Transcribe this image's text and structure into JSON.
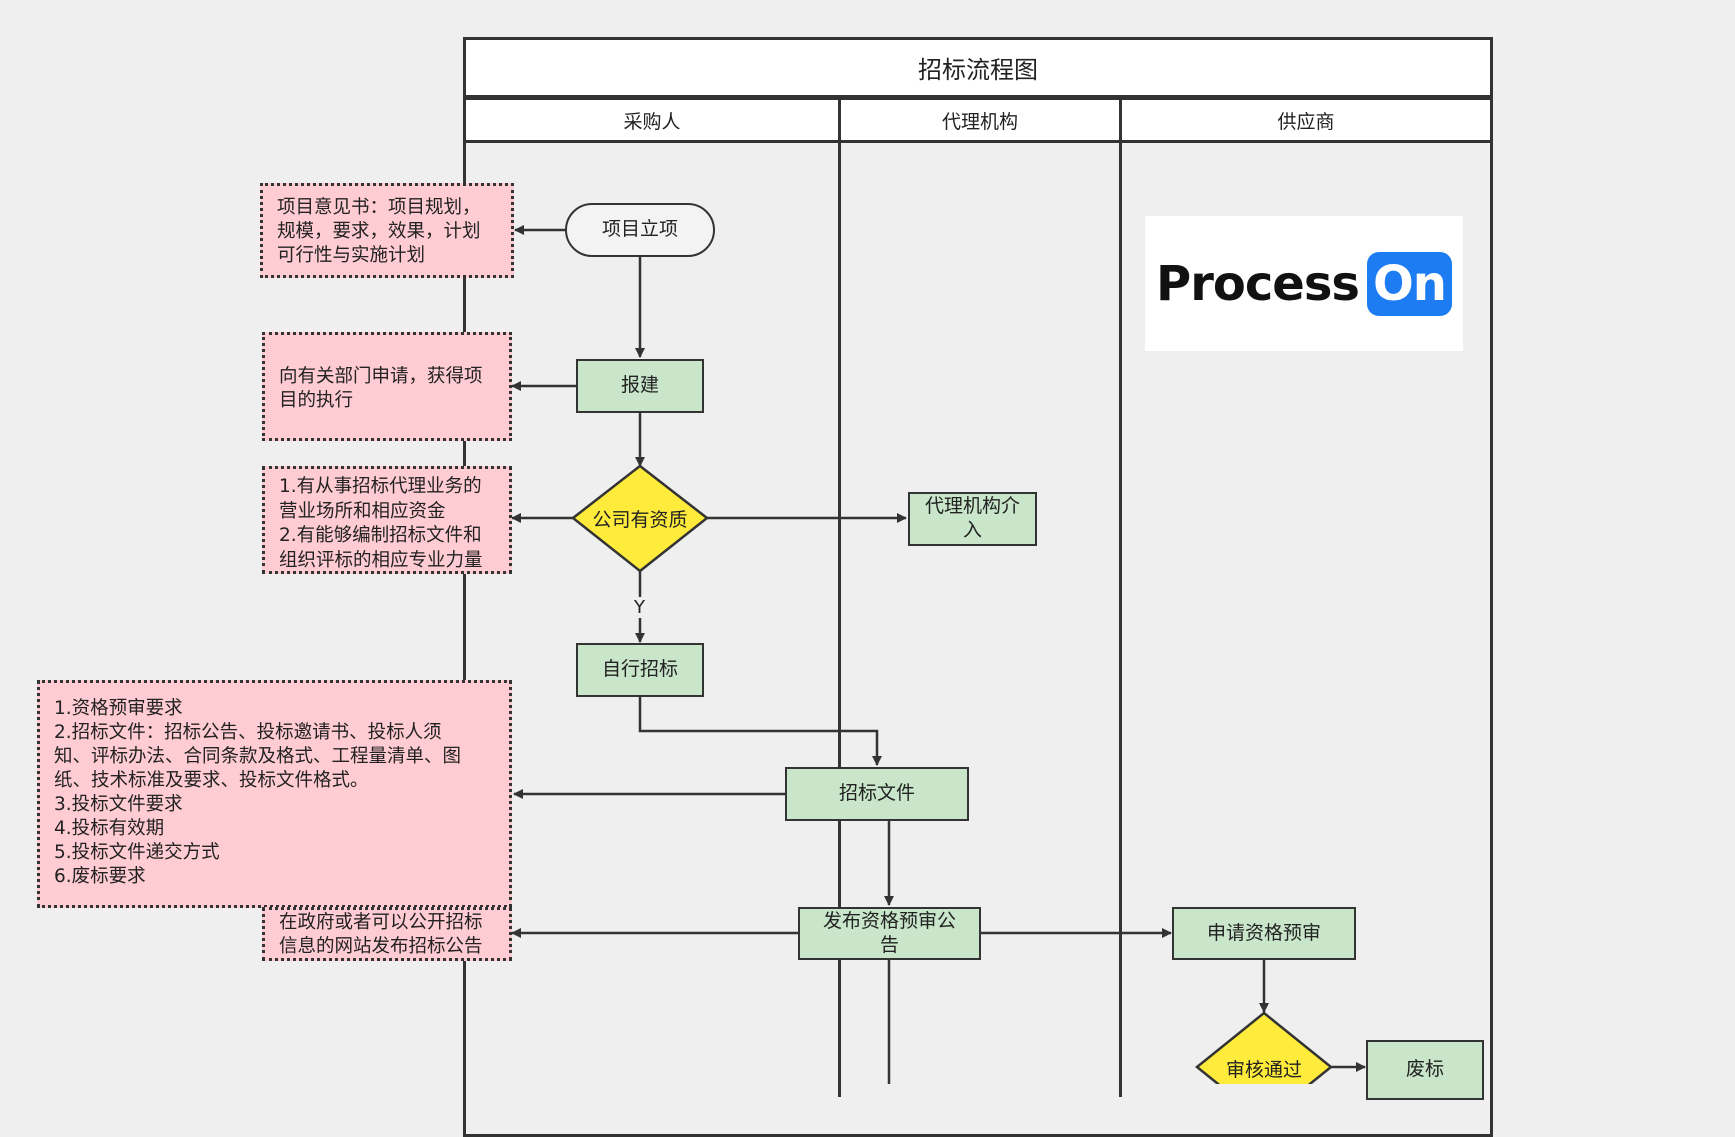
{
  "diagram": {
    "title": "招标流程图",
    "lanes": [
      "采购人",
      "代理机构",
      "供应商"
    ],
    "nodes": {
      "project_setup": "项目立项",
      "report_build": "报建",
      "company_qualified": "公司有资质",
      "agency_involved": "代理机构介入",
      "self_tender": "自行招标",
      "tender_docs": "招标文件",
      "publish_notice": "发布资格预审公告",
      "apply_prequal": "申请资格预审",
      "review_passed": "审核通过",
      "void_bid": "废标"
    },
    "notes": {
      "project_opinion": "项目意见书：项目规划，\n规模，要求，效果，计划\n可行性与实施计划",
      "apply_departments": "向有关部门申请，获得项\n目的执行",
      "qualification_reqs": "1.有从事招标代理业务的\n营业场所和相应资金\n2.有能够编制招标文件和\n组织评标的相应专业力量",
      "tender_doc_contents": "1.资格预审要求\n2.招标文件：招标公告、投标邀请书、投标人须\n知、评标办法、合同条款及格式、工程量清单、图\n纸、技术标准及要求、投标文件格式。\n3.投标文件要求\n4.投标有效期\n5.投标文件递交方式\n6.废标要求",
      "publish_website": "在政府或者可以公开招标\n信息的网站发布招标公告"
    },
    "edge_labels": {
      "yes": "Y"
    },
    "logo": {
      "word": "Process",
      "badge": "On"
    },
    "colors": {
      "process_fill": "#c9e6cb",
      "decision_fill": "#ffeb3b",
      "note_fill": "#ffccd3",
      "logo_blue": "#1e7cf2"
    }
  }
}
